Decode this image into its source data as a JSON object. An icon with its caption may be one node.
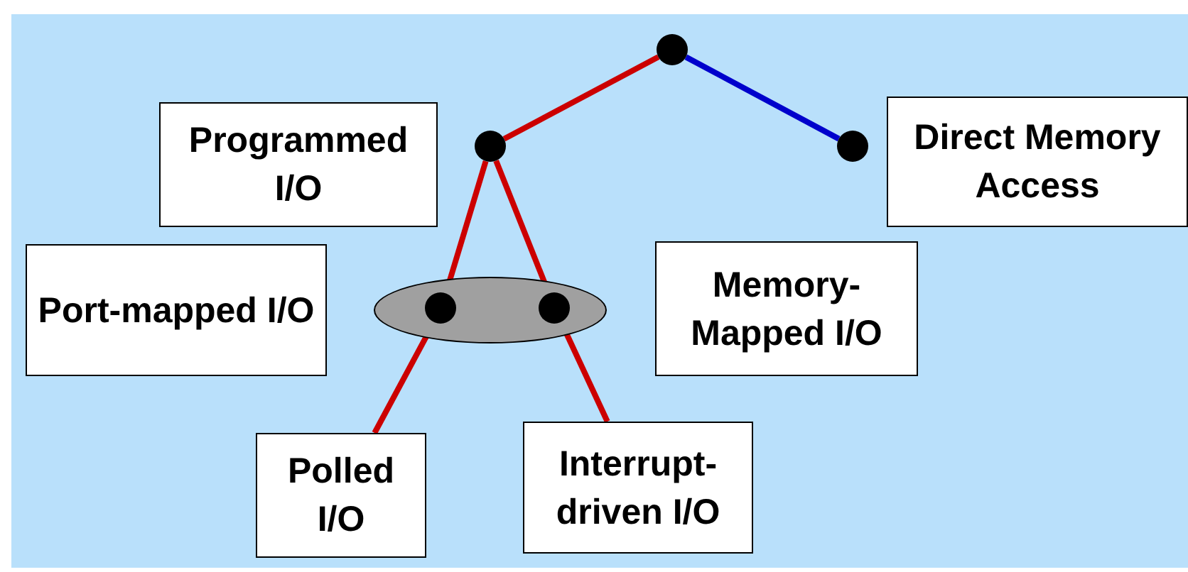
{
  "diagram": {
    "nodes": [
      {
        "text": [],
        "shape": "circle"
      },
      {
        "text": [
          "Programmed I/O"
        ]
      },
      {
        "text": [],
        "shape": "circle"
      },
      {
        "text": [],
        "shape": "circle"
      },
      {
        "text": [
          "Direct Memory Access"
        ]
      },
      {
        "text": [
          "Port-mapped I/O"
        ]
      },
      {
        "text": [],
        "shape": "ellipse"
      },
      {
        "text": [],
        "shape": "circle",
        "in": 6
      },
      {
        "text": [],
        "shape": "circle",
        "in": 6
      },
      {
        "text": [
          "Memory- Mapped I/O"
        ]
      },
      {
        "text": [
          "Polled I/O"
        ]
      },
      {
        "text": [
          "Interrupt- driven I/O"
        ]
      }
    ],
    "edges": [
      {
        "from": 0,
        "to": 2,
        "arrow": "none"
      },
      {
        "from": 0,
        "to": 3,
        "arrow": "none",
        "color": "#0000cc"
      },
      {
        "from": 2,
        "to": 7,
        "arrow": "none"
      },
      {
        "from": 2,
        "to": 8,
        "arrow": "none"
      },
      {
        "from": 7,
        "to": 10,
        "arrow": "none"
      },
      {
        "from": 8,
        "to": 11,
        "arrow": "none"
      }
    ]
  }
}
